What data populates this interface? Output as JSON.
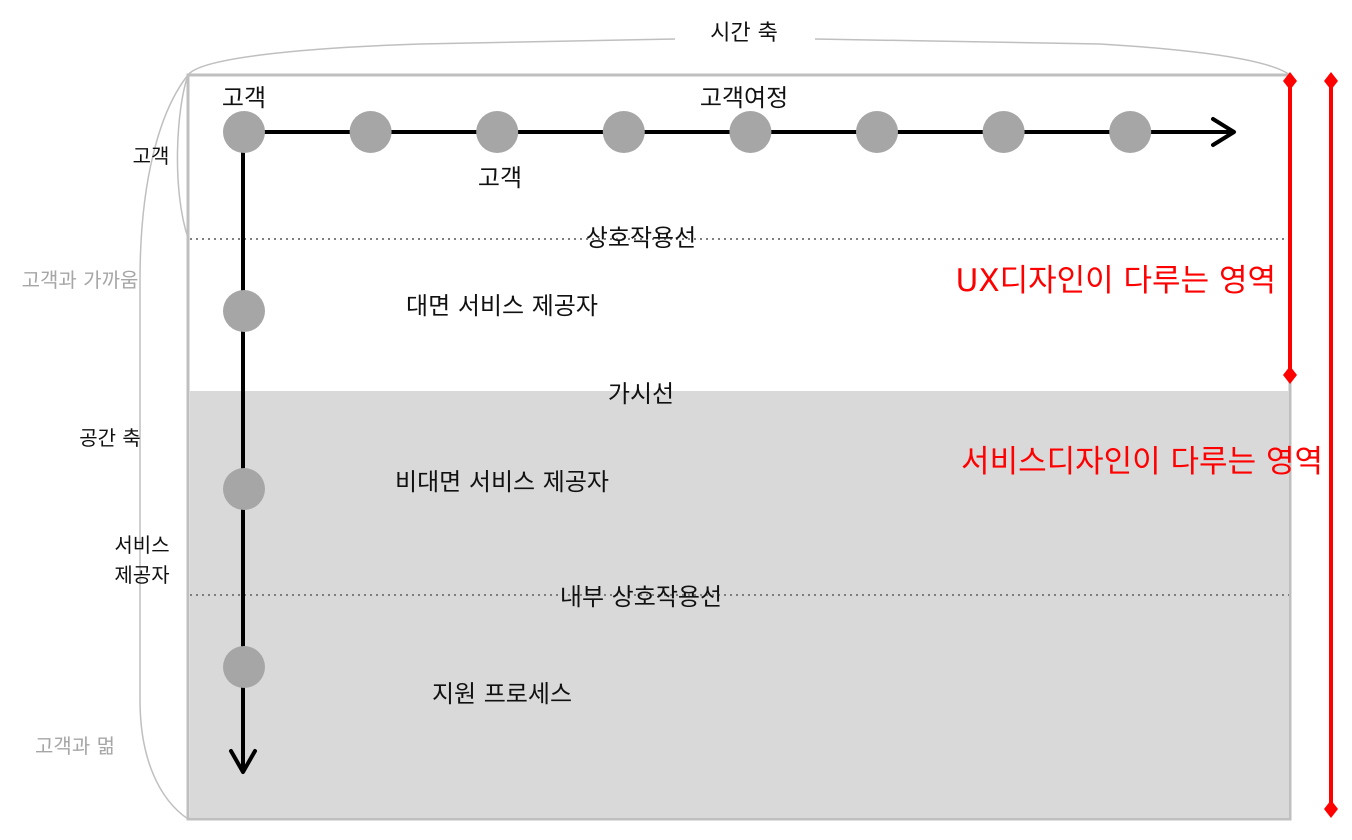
{
  "top_axis_label": "시간 축",
  "journey": {
    "title": "고객여정",
    "start_label": "고객",
    "point_label": "고객",
    "point_count": 8
  },
  "lines": {
    "interaction": "상호작용선",
    "visibility": "가시선",
    "internal_interaction": "내부 상호작용선"
  },
  "lanes": {
    "frontstage": "대면 서비스 제공자",
    "backstage": "비대면 서비스 제공자",
    "support": "지원 프로세스"
  },
  "side_labels": {
    "customer": "고객",
    "near_customer": "고객과 가까움",
    "space_axis": "공간 축",
    "provider_line1": "서비스",
    "provider_line2": "제공자",
    "far_customer": "고객과 멂"
  },
  "ranges": {
    "ux": "UX디자인이 다루는 영역",
    "service": "서비스디자인이 다루는 영역"
  },
  "colors": {
    "accent_red": "#ff0000",
    "node_gray": "#a6a6a6",
    "backstage_fill": "#d9d9d9",
    "dotted_line": "#7f7f7f",
    "frame_border": "#bfbfbf"
  }
}
